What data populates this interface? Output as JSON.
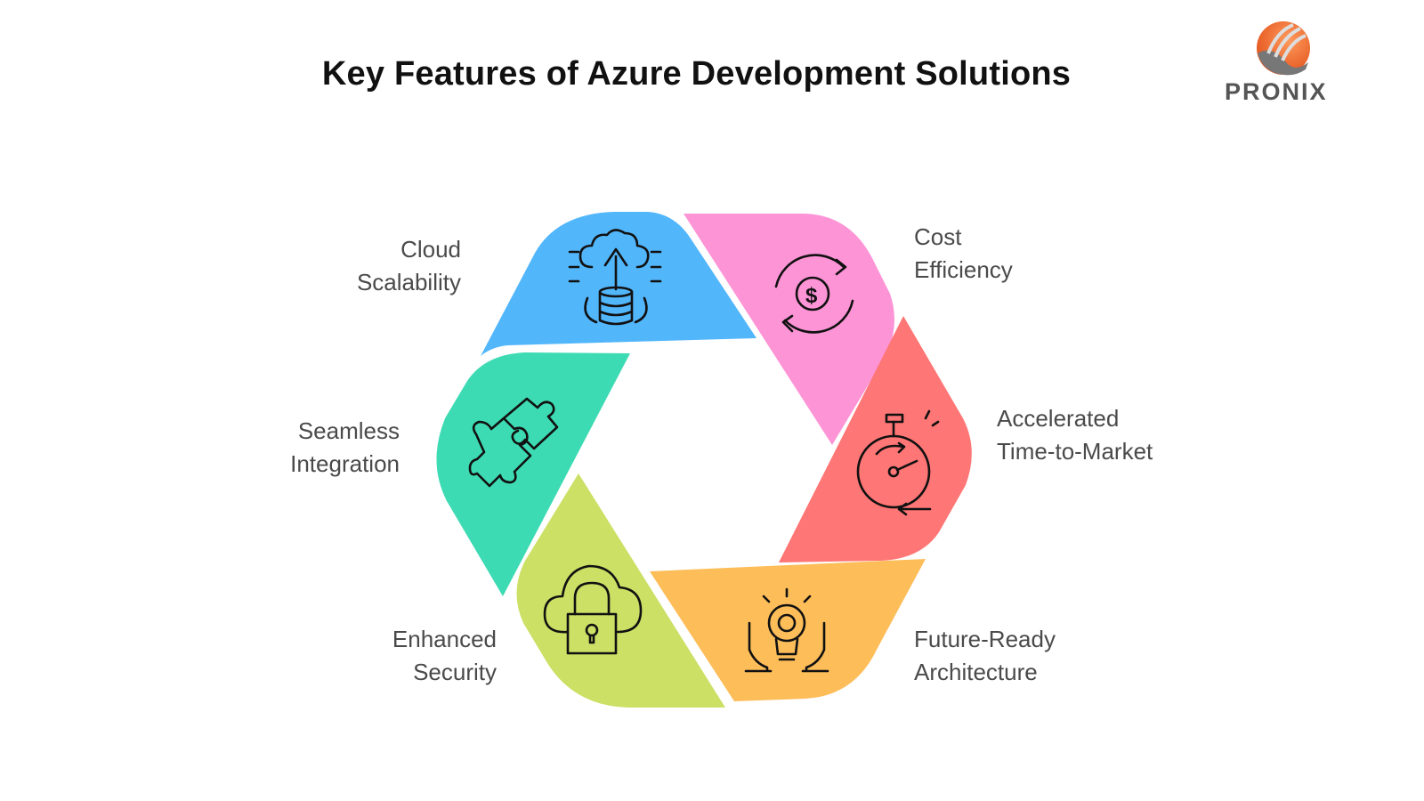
{
  "title": "Key Features of Azure Development Solutions",
  "logo": {
    "text": "PRONIX"
  },
  "features": [
    {
      "line1": "Cloud",
      "line2": "Scalability",
      "icon": "cloud-upload-database-icon",
      "color": "#52b6fb"
    },
    {
      "line1": "Cost",
      "line2": "Efficiency",
      "icon": "dollar-gear-cycle-icon",
      "color": "#fd94d6"
    },
    {
      "line1": "Accelerated",
      "line2": "Time-to-Market",
      "icon": "stopwatch-icon",
      "color": "#fe7675"
    },
    {
      "line1": "Future-Ready",
      "line2": "Architecture",
      "icon": "hands-lightbulb-icon",
      "color": "#fdbd59"
    },
    {
      "line1": "Enhanced",
      "line2": "Security",
      "icon": "cloud-lock-icon",
      "color": "#cbe065"
    },
    {
      "line1": "Seamless",
      "line2": "Integration",
      "icon": "puzzle-icon",
      "color": "#3ddbb3"
    }
  ]
}
